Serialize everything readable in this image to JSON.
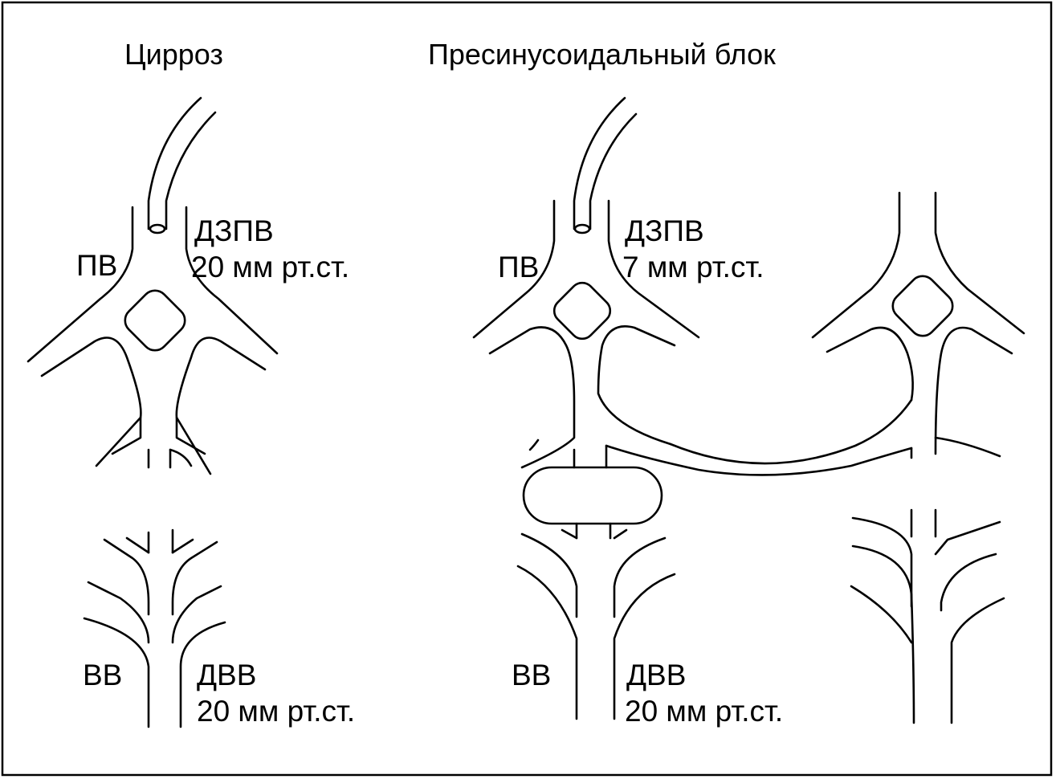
{
  "titles": {
    "cirrhosis": "Цирроз",
    "presinusoidal": "Пресинусоидальный блок"
  },
  "cirrhosis": {
    "portal_vein": "ПВ",
    "wedged_pressure": "ДЗПВ",
    "wedged_value": "20 мм рт.ст.",
    "hepatic_vein": "ВВ",
    "free_pressure": "ДВВ",
    "free_value": "20 мм рт.ст."
  },
  "presinusoidal": {
    "portal_vein": "ПВ",
    "wedged_pressure": "ДЗПВ",
    "wedged_value": "7 мм рт.ст.",
    "hepatic_vein": "ВВ",
    "free_pressure": "ДВВ",
    "free_value": "20 мм рт.ст."
  },
  "colors": {
    "stroke": "#000000",
    "background": "#ffffff"
  }
}
